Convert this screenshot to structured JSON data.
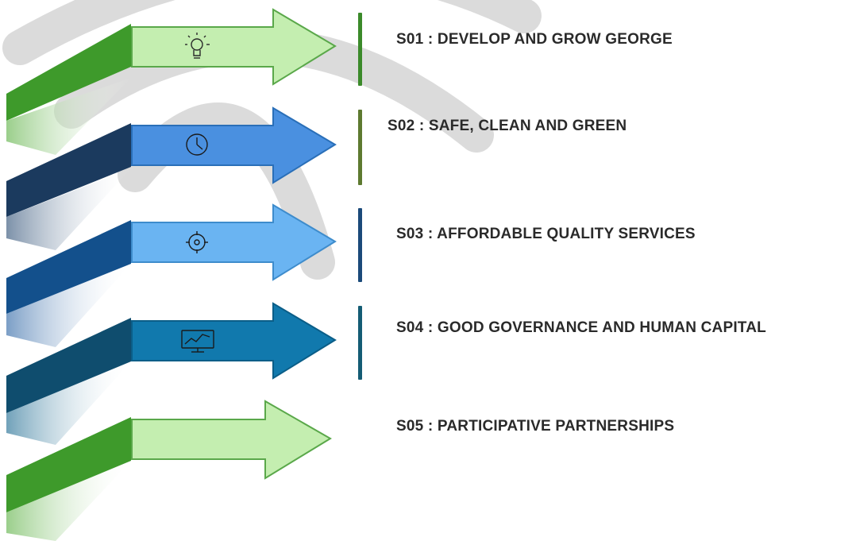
{
  "colors": {
    "watermark": "#c8c8c8",
    "green_dark": "#3e9a2b",
    "green_light": "#c4eeb0",
    "navy": "#1b3a5e",
    "blue": "#4a90e0",
    "dark_blue": "#13508c",
    "sky_blue": "#6ab4f2",
    "teal_dark": "#0f4d6e",
    "teal": "#1179ad",
    "divider_1": "#3b8a2a",
    "divider_2": "#5e7a30",
    "divider_3": "#1b4a7a",
    "divider_4": "#145c74",
    "text": "#2a2a2a"
  },
  "strategies": [
    {
      "label": "S01 : DEVELOP AND GROW GEORGE",
      "icon": "lightbulb-icon"
    },
    {
      "label": "S02 : SAFE, CLEAN AND GREEN",
      "icon": "clock-icon"
    },
    {
      "label": "S03 : AFFORDABLE QUALITY SERVICES",
      "icon": "target-icon"
    },
    {
      "label": "S04 : GOOD GOVERNANCE AND HUMAN CAPITAL",
      "icon": "monitor-chart-icon"
    },
    {
      "label": "S05 : PARTICIPATIVE PARTNERSHIPS",
      "icon": ""
    }
  ]
}
